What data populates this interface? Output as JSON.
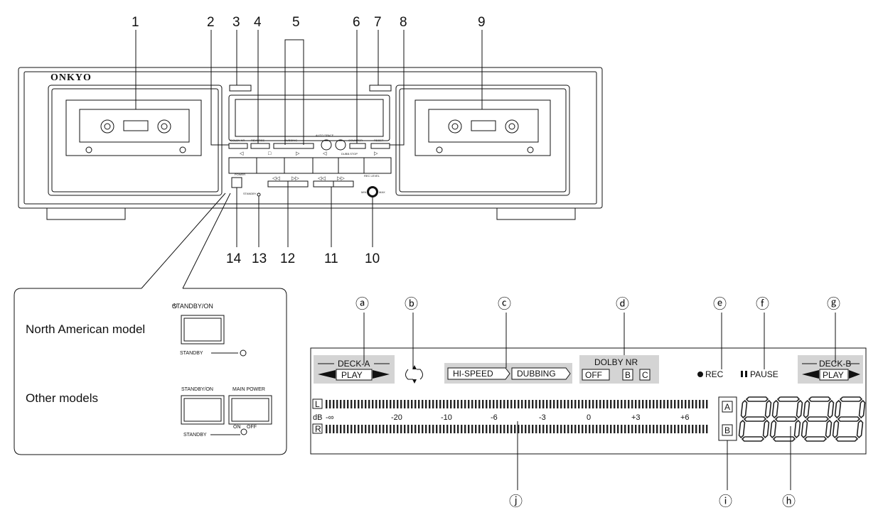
{
  "callouts_front": [
    "1",
    "2",
    "3",
    "4",
    "5",
    "6",
    "7",
    "8",
    "9",
    "10",
    "11",
    "12",
    "13",
    "14"
  ],
  "brand": "ONKYO",
  "panel_labels": {
    "dolby_nr": "DOLBY NR",
    "reverse": "REVERSE",
    "cd_sync": "CD SYNC",
    "dubbing": "DUBBING",
    "auto_space": "AUTO SPACE",
    "counter": "COUNTER",
    "reset": "RESET",
    "dubb_stop": "DUBB.STOP",
    "rec_level": "REC LEVEL",
    "power": "POWER",
    "min": "MIN",
    "max": "MAX",
    "standby": "STANDBY"
  },
  "inset": {
    "north_american": "North American model",
    "other_models": "Other models",
    "standby_on": "STANDBY/ON",
    "main_power": "MAIN POWER",
    "standby": "STANDBY",
    "on": "ON",
    "off": "OFF"
  },
  "display_callouts": [
    "ⓐ",
    "ⓑ",
    "ⓒ",
    "ⓓ",
    "ⓔ",
    "ⓕ",
    "ⓖ",
    "ⓗ",
    "ⓘ",
    "ⓙ"
  ],
  "display": {
    "deck_a": "DECK-A",
    "deck_b": "DECK-B",
    "play": "PLAY",
    "hi_speed": "HI-SPEED",
    "dubbing": "DUBBING",
    "dolby_nr": "DOLBY NR",
    "off": "OFF",
    "b": "B",
    "c": "C",
    "rec": "REC",
    "pause": "PAUSE",
    "l": "L",
    "r": "R",
    "a": "A",
    "db": "dB",
    "scale": [
      "-∞",
      "-20",
      "-10",
      "-6",
      "-3",
      "0",
      "+3",
      "+6"
    ]
  },
  "colors": {
    "shade": "#d4d4d4",
    "ink": "#111111"
  }
}
